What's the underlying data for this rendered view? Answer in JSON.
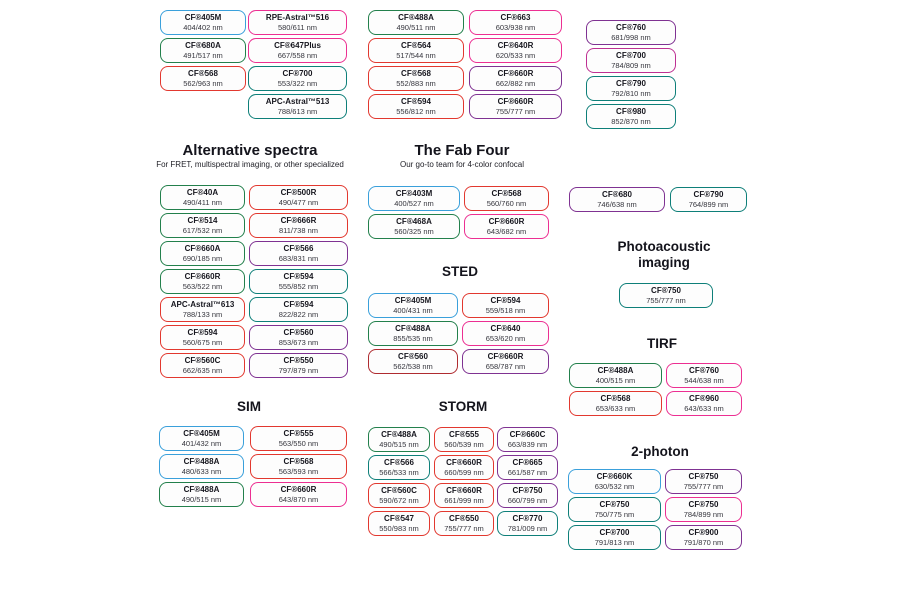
{
  "palette": {
    "blue": "#3AA0DB",
    "green": "#23804C",
    "teal": "#0E7F79",
    "red": "#E2382F",
    "darkred": "#AF2B30",
    "pink": "#EC2F92",
    "magenta": "#BE3093",
    "purple": "#7F3292"
  },
  "sections": {
    "alternative": {
      "title": "Alternative spectra",
      "subtitle": "For FRET, multispectral imaging, or other specialized"
    },
    "fabfour": {
      "title": "The Fab Four",
      "subtitle": "Our go-to team for 4-color confocal"
    },
    "sted": {
      "title": "STED"
    },
    "photoacoustic": {
      "title": "Photoacoustic imaging"
    },
    "tirf": {
      "title": "TIRF"
    },
    "sim": {
      "title": "SIM"
    },
    "storm": {
      "title": "STORM"
    },
    "twophoton": {
      "title": "2-photon"
    }
  },
  "groups": [
    {
      "name": "top-column-1",
      "boxes": [
        {
          "name": "CF®405M",
          "ex_em": "404/402 nm",
          "color": "blue"
        },
        {
          "name": "CF®680A",
          "ex_em": "491/517 nm",
          "color": "green"
        },
        {
          "name": "CF®568",
          "ex_em": "562/963 nm",
          "color": "red"
        }
      ]
    },
    {
      "name": "top-column-2",
      "boxes": [
        {
          "name": "RPE-Astral™516",
          "ex_em": "580/611 nm",
          "color": "pink"
        },
        {
          "name": "CF®647Plus",
          "ex_em": "667/558 nm",
          "color": "pink"
        },
        {
          "name": "CF®700",
          "ex_em": "553/322 nm",
          "color": "teal"
        },
        {
          "name": "APC-Astral™513",
          "ex_em": "788/613 nm",
          "color": "teal"
        }
      ]
    },
    {
      "name": "top-column-3",
      "boxes": [
        {
          "name": "CF®488A",
          "ex_em": "490/511 nm",
          "color": "green"
        },
        {
          "name": "CF®564",
          "ex_em": "517/544 nm",
          "color": "red"
        },
        {
          "name": "CF®568",
          "ex_em": "552/883 nm",
          "color": "red"
        },
        {
          "name": "CF®594",
          "ex_em": "556/812 nm",
          "color": "red"
        }
      ]
    },
    {
      "name": "top-column-4",
      "boxes": [
        {
          "name": "CF®663",
          "ex_em": "603/938 nm",
          "color": "pink"
        },
        {
          "name": "CF®640R",
          "ex_em": "620/533 nm",
          "color": "pink"
        },
        {
          "name": "CF®660R",
          "ex_em": "662/882 nm",
          "color": "purple"
        },
        {
          "name": "CF®660R",
          "ex_em": "755/777 nm",
          "color": "purple"
        }
      ]
    },
    {
      "name": "top-column-5",
      "boxes": [
        {
          "name": "CF®760",
          "ex_em": "681/998 nm",
          "color": "purple"
        },
        {
          "name": "CF®700",
          "ex_em": "784/809 nm",
          "color": "magenta"
        },
        {
          "name": "CF®790",
          "ex_em": "792/810 nm",
          "color": "teal"
        },
        {
          "name": "CF®980",
          "ex_em": "852/870 nm",
          "color": "teal"
        }
      ]
    },
    {
      "name": "alternative-left",
      "boxes": [
        {
          "name": "CF®40A",
          "ex_em": "490/411 nm",
          "color": "green"
        },
        {
          "name": "CF®514",
          "ex_em": "617/532 nm",
          "color": "green"
        },
        {
          "name": "CF®660A",
          "ex_em": "690/185 nm",
          "color": "green"
        },
        {
          "name": "CF®660R",
          "ex_em": "563/522 nm",
          "color": "green"
        },
        {
          "name": "APC-Astral™613",
          "ex_em": "788/133 nm",
          "color": "red"
        },
        {
          "name": "CF®594",
          "ex_em": "560/675 nm",
          "color": "red"
        },
        {
          "name": "CF®560C",
          "ex_em": "662/635 nm",
          "color": "red"
        }
      ]
    },
    {
      "name": "alternative-right",
      "boxes": [
        {
          "name": "CF®500R",
          "ex_em": "490/477 nm",
          "color": "red"
        },
        {
          "name": "CF®666R",
          "ex_em": "811/738 nm",
          "color": "red"
        },
        {
          "name": "CF®566",
          "ex_em": "683/831 nm",
          "color": "purple"
        },
        {
          "name": "CF®594",
          "ex_em": "555/852 nm",
          "color": "teal"
        },
        {
          "name": "CF®594",
          "ex_em": "822/822 nm",
          "color": "teal"
        },
        {
          "name": "CF®560",
          "ex_em": "853/673 nm",
          "color": "purple"
        },
        {
          "name": "CF®550",
          "ex_em": "797/879 nm",
          "color": "purple"
        }
      ]
    },
    {
      "name": "fabfour-left",
      "boxes": [
        {
          "name": "CF®403M",
          "ex_em": "400/527 nm",
          "color": "blue"
        },
        {
          "name": "CF®468A",
          "ex_em": "560/325 nm",
          "color": "green"
        }
      ]
    },
    {
      "name": "fabfour-right",
      "boxes": [
        {
          "name": "CF®568",
          "ex_em": "560/760 nm",
          "color": "red"
        },
        {
          "name": "CF®660R",
          "ex_em": "643/682 nm",
          "color": "pink"
        }
      ]
    },
    {
      "name": "sted-left",
      "boxes": [
        {
          "name": "CF®405M",
          "ex_em": "400/431 nm",
          "color": "blue"
        },
        {
          "name": "CF®488A",
          "ex_em": "855/535 nm",
          "color": "green"
        },
        {
          "name": "CF®560",
          "ex_em": "562/538 nm",
          "color": "darkred"
        }
      ]
    },
    {
      "name": "sted-right",
      "boxes": [
        {
          "name": "CF®594",
          "ex_em": "559/518 nm",
          "color": "red"
        },
        {
          "name": "CF®640",
          "ex_em": "653/620 nm",
          "color": "pink"
        },
        {
          "name": "CF®660R",
          "ex_em": "658/787 nm",
          "color": "purple"
        }
      ]
    },
    {
      "name": "nir-pair-left",
      "boxes": [
        {
          "name": "CF®680",
          "ex_em": "746/638 nm",
          "color": "purple"
        }
      ]
    },
    {
      "name": "nir-pair-right",
      "boxes": [
        {
          "name": "CF®790",
          "ex_em": "764/899 nm",
          "color": "teal"
        }
      ]
    },
    {
      "name": "photoacoustic-box",
      "boxes": [
        {
          "name": "CF®750",
          "ex_em": "755/777 nm",
          "color": "teal"
        }
      ]
    },
    {
      "name": "tirf-left",
      "boxes": [
        {
          "name": "CF®488A",
          "ex_em": "400/515 nm",
          "color": "green"
        },
        {
          "name": "CF®568",
          "ex_em": "653/633 nm",
          "color": "red"
        }
      ]
    },
    {
      "name": "tirf-right",
      "boxes": [
        {
          "name": "CF®760",
          "ex_em": "544/638 nm",
          "color": "pink"
        },
        {
          "name": "CF®960",
          "ex_em": "643/633 nm",
          "color": "pink"
        }
      ]
    },
    {
      "name": "sim-left",
      "boxes": [
        {
          "name": "CF®405M",
          "ex_em": "401/432 nm",
          "color": "blue"
        },
        {
          "name": "CF®488A",
          "ex_em": "480/633 nm",
          "color": "blue"
        },
        {
          "name": "CF®488A",
          "ex_em": "490/515 nm",
          "color": "green"
        }
      ]
    },
    {
      "name": "sim-right",
      "boxes": [
        {
          "name": "CF®555",
          "ex_em": "563/550 nm",
          "color": "red"
        },
        {
          "name": "CF®568",
          "ex_em": "563/593 nm",
          "color": "red"
        },
        {
          "name": "CF®660R",
          "ex_em": "643/870 nm",
          "color": "pink"
        }
      ]
    },
    {
      "name": "storm-col-1",
      "boxes": [
        {
          "name": "CF®488A",
          "ex_em": "490/515 nm",
          "color": "green"
        },
        {
          "name": "CF®566",
          "ex_em": "566/533 nm",
          "color": "teal"
        },
        {
          "name": "CF®560C",
          "ex_em": "590/672 nm",
          "color": "red"
        },
        {
          "name": "CF®547",
          "ex_em": "550/983 nm",
          "color": "red"
        }
      ]
    },
    {
      "name": "storm-col-2",
      "boxes": [
        {
          "name": "CF®555",
          "ex_em": "560/539 nm",
          "color": "red"
        },
        {
          "name": "CF®660R",
          "ex_em": "660/599 nm",
          "color": "red"
        },
        {
          "name": "CF®660R",
          "ex_em": "661/999 nm",
          "color": "red"
        },
        {
          "name": "CF®550",
          "ex_em": "755/777 nm",
          "color": "red"
        }
      ]
    },
    {
      "name": "storm-col-3",
      "boxes": [
        {
          "name": "CF®660C",
          "ex_em": "663/839 nm",
          "color": "purple"
        },
        {
          "name": "CF®665",
          "ex_em": "661/587 nm",
          "color": "purple"
        },
        {
          "name": "CF®750",
          "ex_em": "660/799 nm",
          "color": "purple"
        },
        {
          "name": "CF®770",
          "ex_em": "781/009 nm",
          "color": "teal"
        }
      ]
    },
    {
      "name": "twophoton-left",
      "boxes": [
        {
          "name": "CF®660K",
          "ex_em": "630/532 nm",
          "color": "blue"
        },
        {
          "name": "CF®750",
          "ex_em": "750/775 nm",
          "color": "teal"
        },
        {
          "name": "CF®700",
          "ex_em": "791/813 nm",
          "color": "teal"
        }
      ]
    },
    {
      "name": "twophoton-right",
      "boxes": [
        {
          "name": "CF®750",
          "ex_em": "755/777 nm",
          "color": "purple"
        },
        {
          "name": "CF®750",
          "ex_em": "784/899 nm",
          "color": "pink"
        },
        {
          "name": "CF®900",
          "ex_em": "791/870 nm",
          "color": "purple"
        }
      ]
    }
  ]
}
